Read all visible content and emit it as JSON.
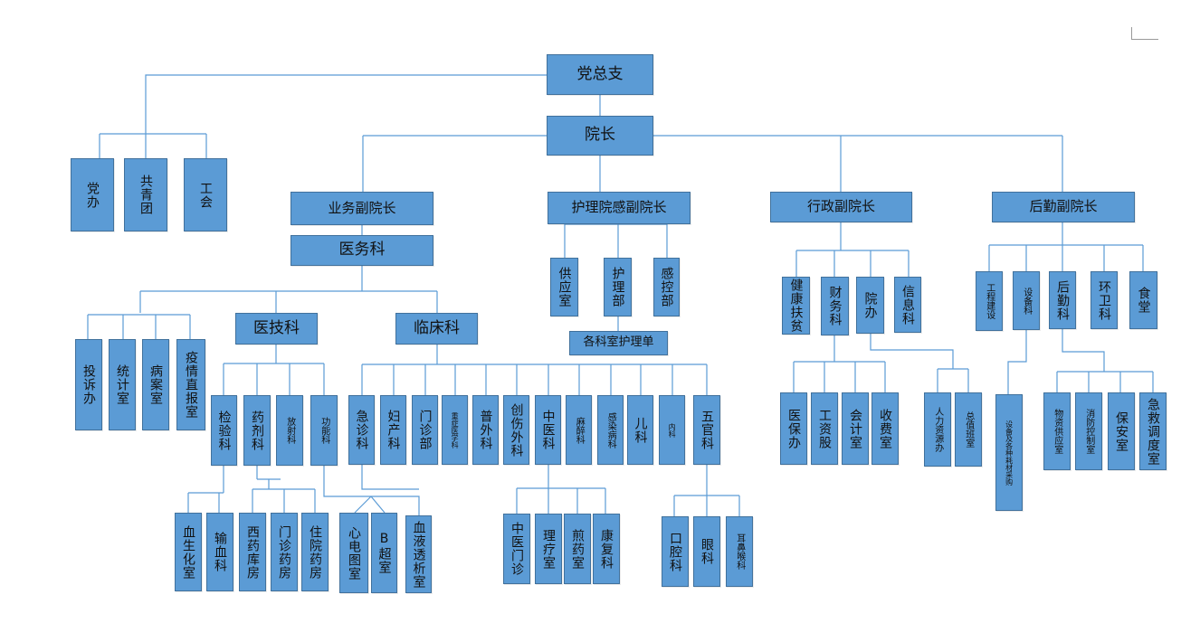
{
  "root": "党总支",
  "president": "院长",
  "party_units": [
    "党办",
    "共青团",
    "工会"
  ],
  "vice": {
    "business": "业务副院长",
    "nursing": "护理院感副院长",
    "admin": "行政副院长",
    "logistics": "后勤副院长"
  },
  "medical_dept": "医务科",
  "medical_sub": [
    "投诉办",
    "统计室",
    "病案室",
    "疫情直报室"
  ],
  "tech_dept": "医技科",
  "clinical_dept": "临床科",
  "tech_units": [
    "检验科",
    "药剂科",
    "放射科",
    "功能科"
  ],
  "lab_units": [
    "血生化室",
    "输血科"
  ],
  "pharmacy_units": [
    "西药库房",
    "门诊药房",
    "住院药房"
  ],
  "function_units": [
    "心电图室",
    "B超室",
    "血液透析室"
  ],
  "clinical_units": [
    "急诊科",
    "妇产科",
    "门诊部",
    "重症医学科",
    "普外科",
    "创伤外科",
    "中医科",
    "麻醉科",
    "感染病科",
    "儿科",
    "内科",
    "五官科"
  ],
  "tcm_units": [
    "中医门诊",
    "理疗室",
    "煎药室",
    "康复科"
  ],
  "ent_units": [
    "口腔科",
    "眼科",
    "耳鼻喉科"
  ],
  "nursing_units": [
    "供应室",
    "护理部",
    "感控部"
  ],
  "nursing_sub": "各科室护理单",
  "admin_units": [
    "健康扶贫",
    "财务科",
    "院办",
    "信息科"
  ],
  "finance_units": [
    "医保办",
    "工资股",
    "会计室",
    "收费室"
  ],
  "office_units": [
    "人力资源办",
    "总值班室"
  ],
  "logistics_units": [
    "工程建设",
    "设备科",
    "后勤科",
    "环卫科",
    "食堂"
  ],
  "equipment_units": [
    "设备及各种耗材采购"
  ],
  "logistics_sub": [
    "物资供应室",
    "消防控制室",
    "保安室",
    "急救调度室"
  ]
}
